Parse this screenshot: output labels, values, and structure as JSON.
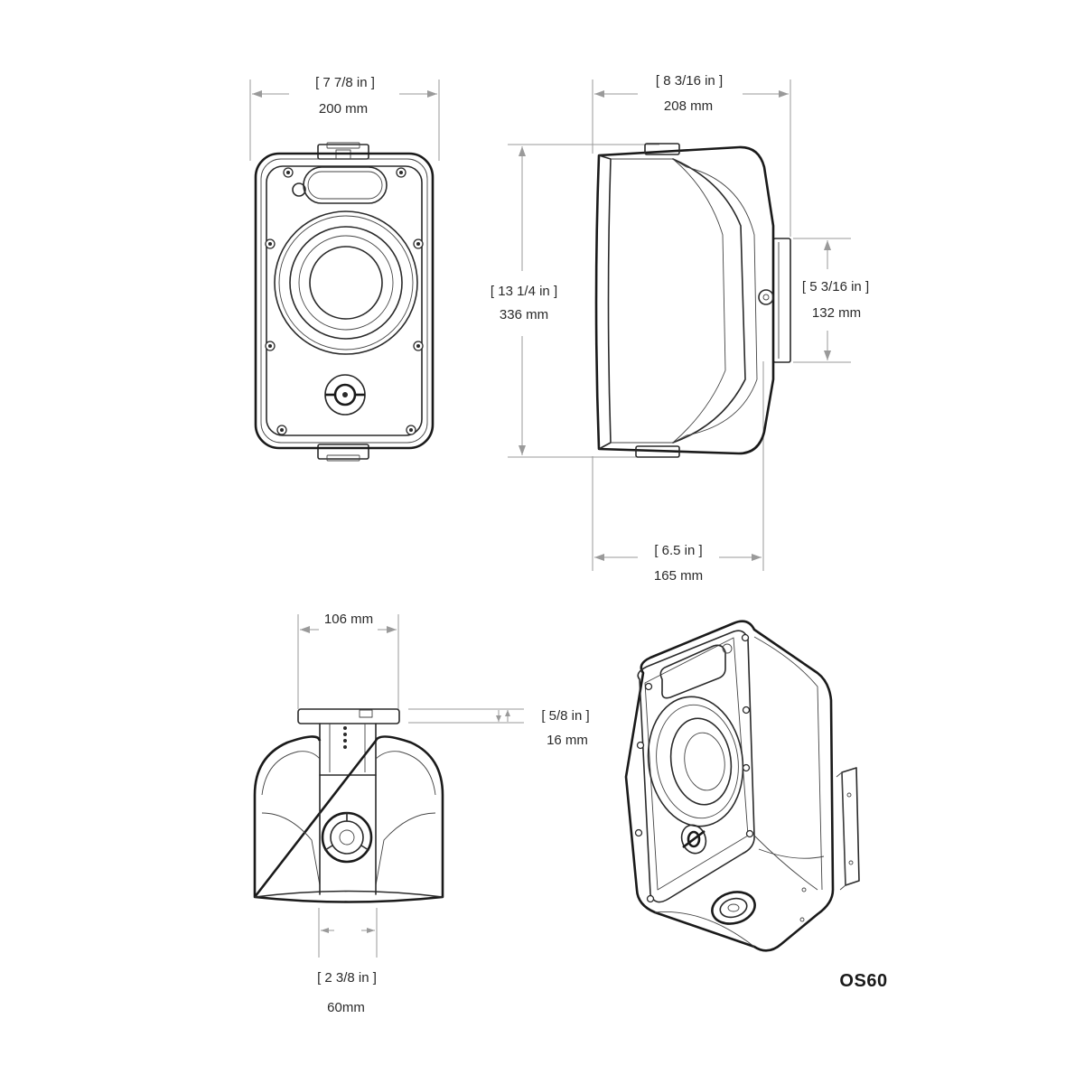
{
  "views": {
    "front": {
      "width_in": "[ 7 7/8 in ]",
      "width_mm": "200 mm"
    },
    "side": {
      "depth_in": "[ 8 3/16 in ]",
      "depth_mm": "208 mm",
      "height_in": "[ 13 1/4 in ]",
      "height_mm": "336 mm",
      "bracket_in": "[ 5 3/16 in ]",
      "bracket_mm": "132 mm",
      "body_depth_in": "[ 6.5 in ]",
      "body_depth_mm": "165 mm"
    },
    "top": {
      "bracket_width_mm": "106 mm",
      "plate_in": "[ 5/8 in ]",
      "plate_mm": "16 mm",
      "arm_in": "[ 2 3/8 in ]",
      "arm_mm": "60mm"
    }
  },
  "model_name": "OS60"
}
